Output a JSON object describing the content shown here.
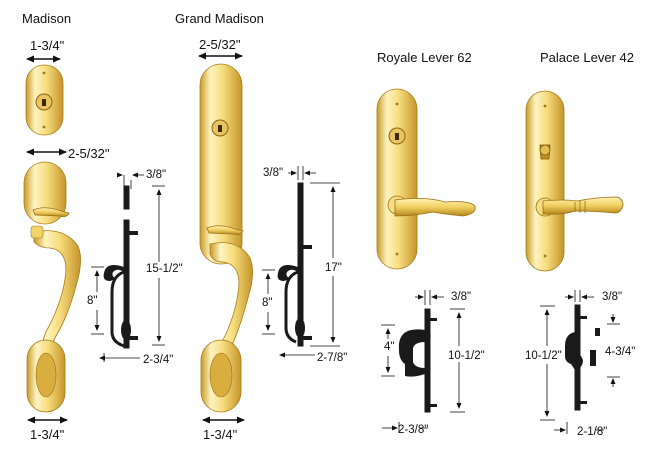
{
  "products": [
    {
      "name": "Madison",
      "dims": {
        "top_width": "1-3/4\"",
        "plate_width": "2-5/32\"",
        "top_offset": "3/8\"",
        "height": "15-1/2\"",
        "grip_height": "8\"",
        "depth": "2-3/4\"",
        "bottom_width": "1-3/4\""
      }
    },
    {
      "name": "Grand Madison",
      "dims": {
        "plate_width": "2-5/32\"",
        "top_offset": "3/8\"",
        "height": "17\"",
        "grip_height": "8\"",
        "depth": "2-7/8\"",
        "bottom_width": "1-3/4\""
      }
    },
    {
      "name": "Royale Lever 62",
      "dims": {
        "top_offset": "3/8\"",
        "lever_height": "4\"",
        "height": "10-1/2\"",
        "depth": "2-3/8\""
      }
    },
    {
      "name": "Palace Lever 42",
      "dims": {
        "top_offset": "3/8\"",
        "height": "10-1/2\"",
        "lever_height": "4-3/4\"",
        "depth": "2-1/8\""
      }
    }
  ],
  "colors": {
    "brass_light": "#fff3b8",
    "brass_mid": "#f2d36a",
    "brass_dark": "#b8861a",
    "profile": "#1a1a1a"
  }
}
